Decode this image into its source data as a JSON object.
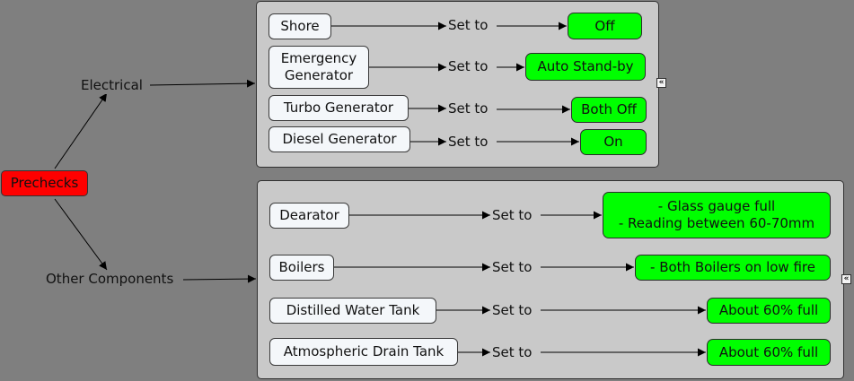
{
  "root": "Prechecks",
  "branches": {
    "electrical": "Electrical",
    "other": "Other Components"
  },
  "link_label": "Set to",
  "collapse_glyph": "«",
  "electrical_items": [
    {
      "concept": "Shore",
      "value": "Off"
    },
    {
      "concept": "Emergency\nGenerator",
      "value": "Auto Stand-by"
    },
    {
      "concept": "Turbo Generator",
      "value": "Both Off"
    },
    {
      "concept": "Diesel Generator",
      "value": "On"
    }
  ],
  "other_items": [
    {
      "concept": "Dearator",
      "value": "- Glass gauge full\n- Reading between 60-70mm"
    },
    {
      "concept": "Boilers",
      "value": "- Both Boilers on low fire"
    },
    {
      "concept": "Distilled Water Tank",
      "value": "About 60% full"
    },
    {
      "concept": "Atmospheric Drain Tank",
      "value": "About 60% full"
    }
  ]
}
